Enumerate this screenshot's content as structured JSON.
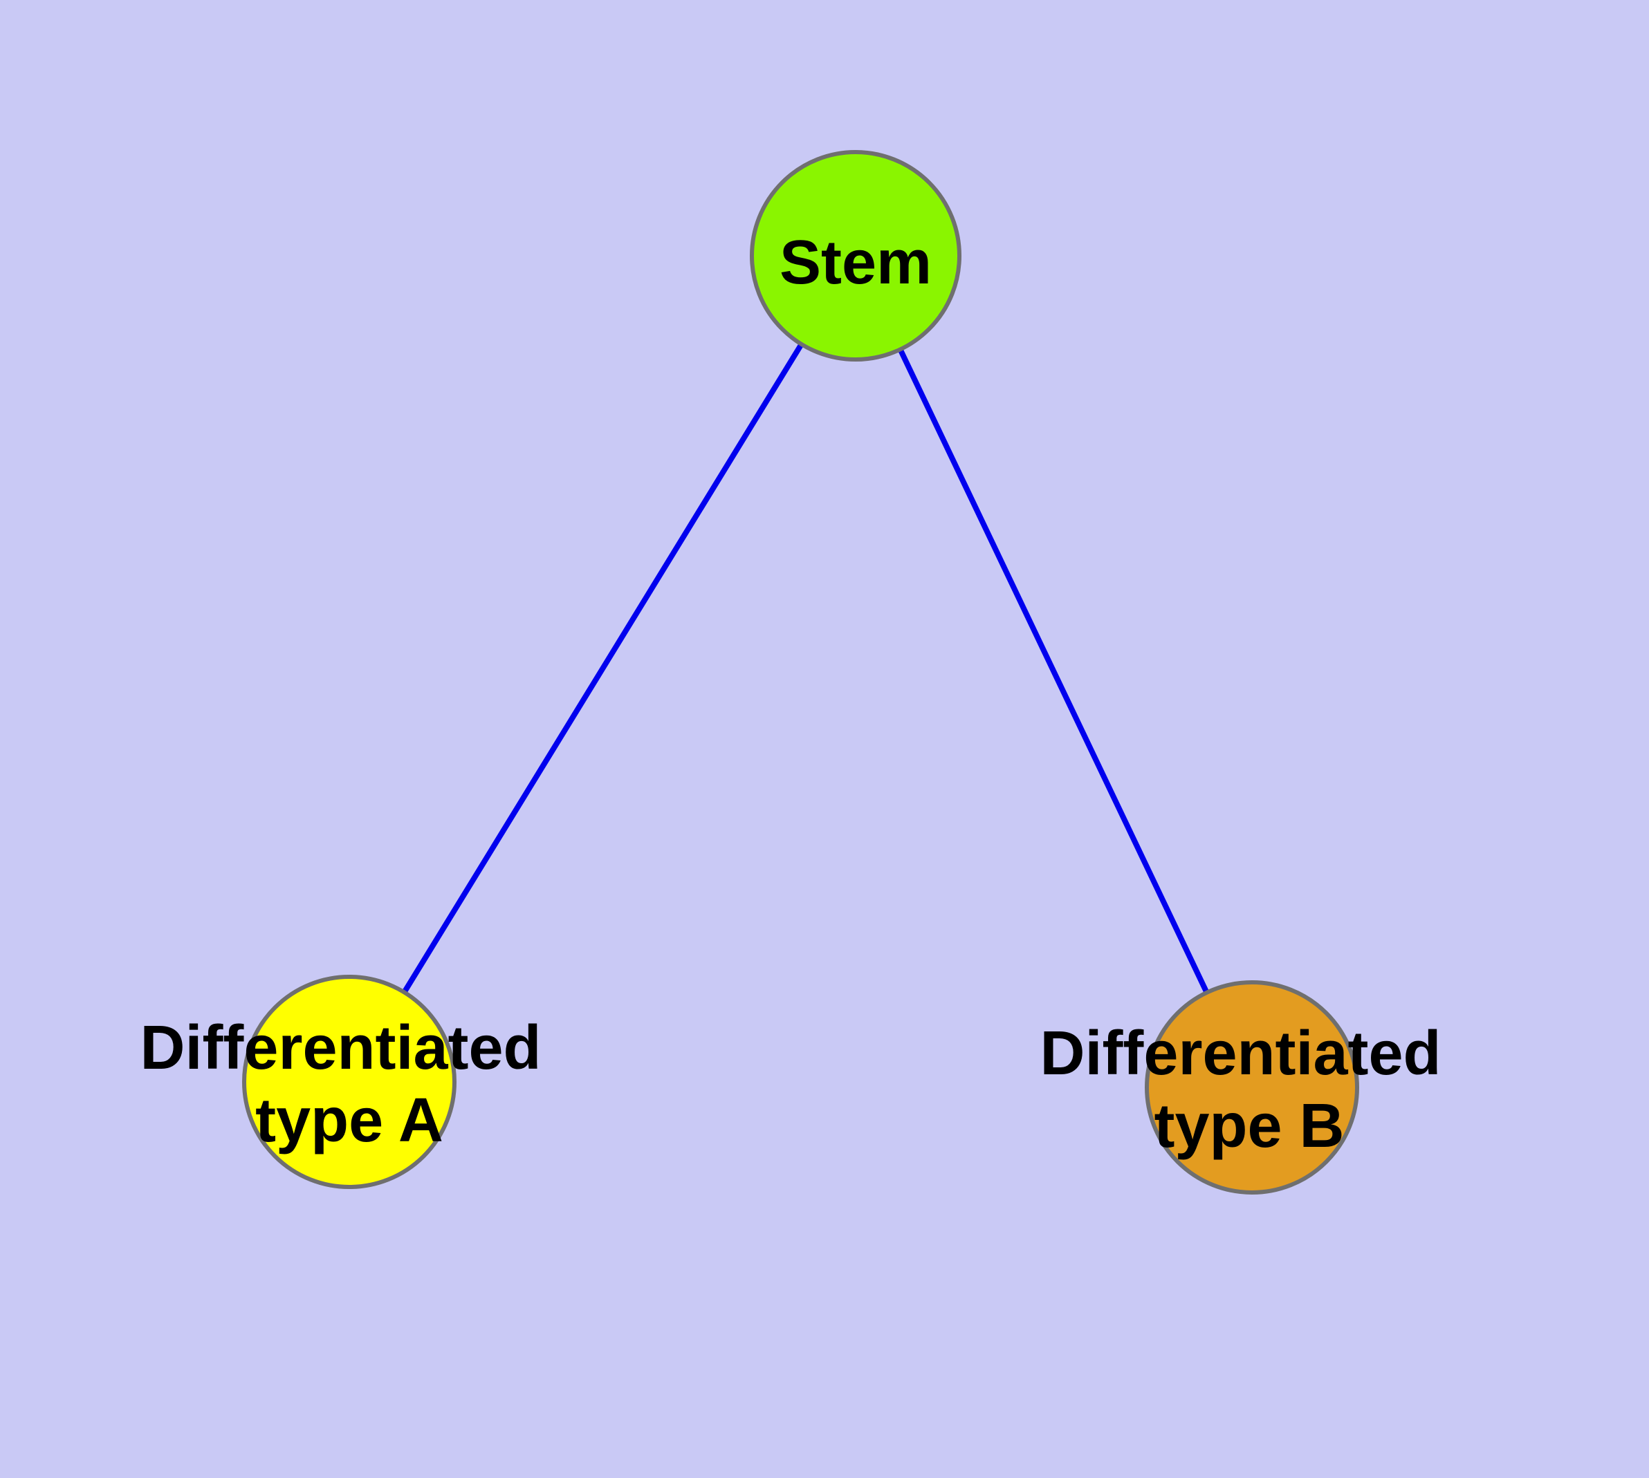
{
  "diagram": {
    "background_color": "#c9c9f5",
    "colors": {
      "edge": "#0000ee",
      "node_border": "#6f6f6f",
      "label_text": "#000000"
    },
    "nodes": {
      "stem": {
        "label": "Stem",
        "fill": "#8af500"
      },
      "type_a": {
        "label": "Differentiated type A",
        "label_line1": "Differentiated",
        "label_line2": "type A",
        "fill": "#ffff00"
      },
      "type_b": {
        "label": "Differentiated type B",
        "label_line1": "Differentiated",
        "label_line2": "type B",
        "fill": "#e39c20"
      }
    },
    "edges": [
      {
        "from": "Stem",
        "to": "Differentiated type A"
      },
      {
        "from": "Stem",
        "to": "Differentiated type B"
      }
    ]
  }
}
